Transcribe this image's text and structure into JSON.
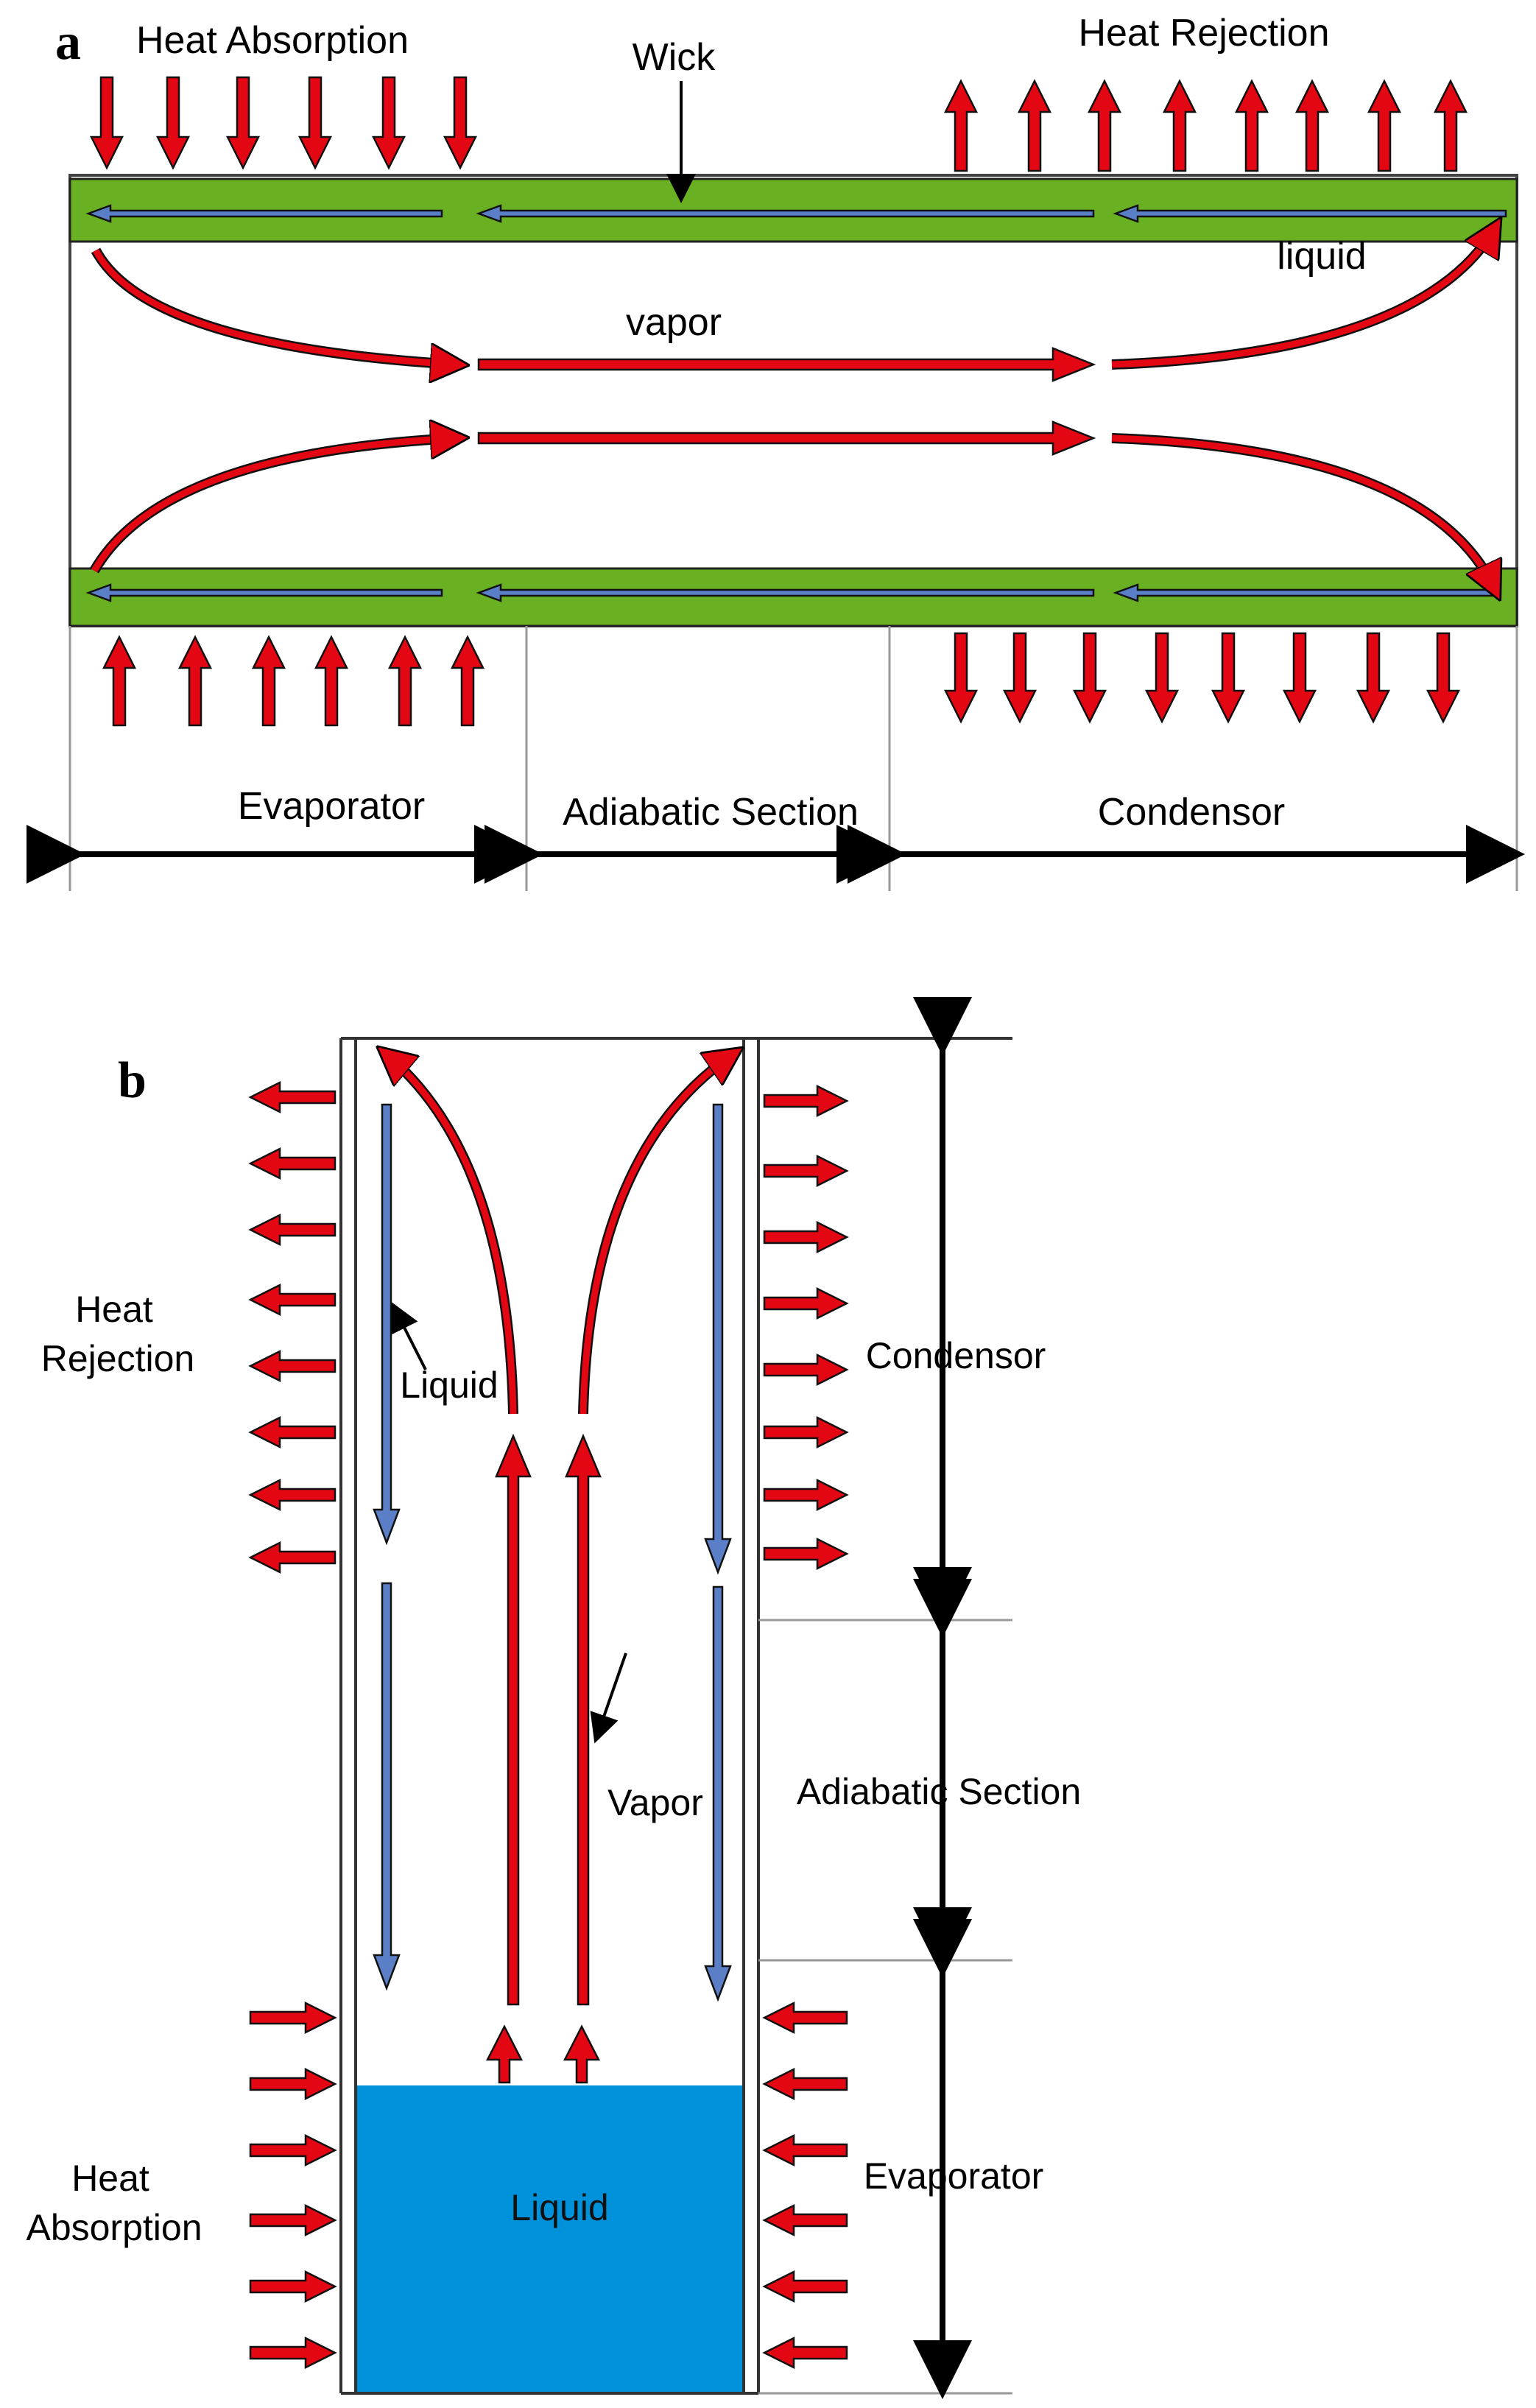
{
  "panel_a": {
    "letter": "a",
    "heat_absorption": "Heat Absorption",
    "heat_rejection": "Heat Rejection",
    "wick": "Wick",
    "liquid": "liquid",
    "vapor": "vapor",
    "evaporator": "Evaporator",
    "adiabatic": "Adiabatic Section",
    "condensor": "Condensor"
  },
  "panel_b": {
    "letter": "b",
    "heat_rejection_1": "Heat",
    "heat_rejection_2": "Rejection",
    "heat_absorption_1": "Heat",
    "heat_absorption_2": "Absorption",
    "liquid_arrow_label": "Liquid",
    "vapor_label": "Vapor",
    "liquid_pool": "Liquid",
    "condensor": "Condensor",
    "adiabatic": "Adiabatic Section",
    "evaporator": "Evaporator"
  },
  "colors": {
    "heat_arrow": "#e30613",
    "wick": "#6ab023",
    "liquid_flow": "#5b7fc7",
    "pool": "#0091db",
    "outline": "#000000"
  }
}
